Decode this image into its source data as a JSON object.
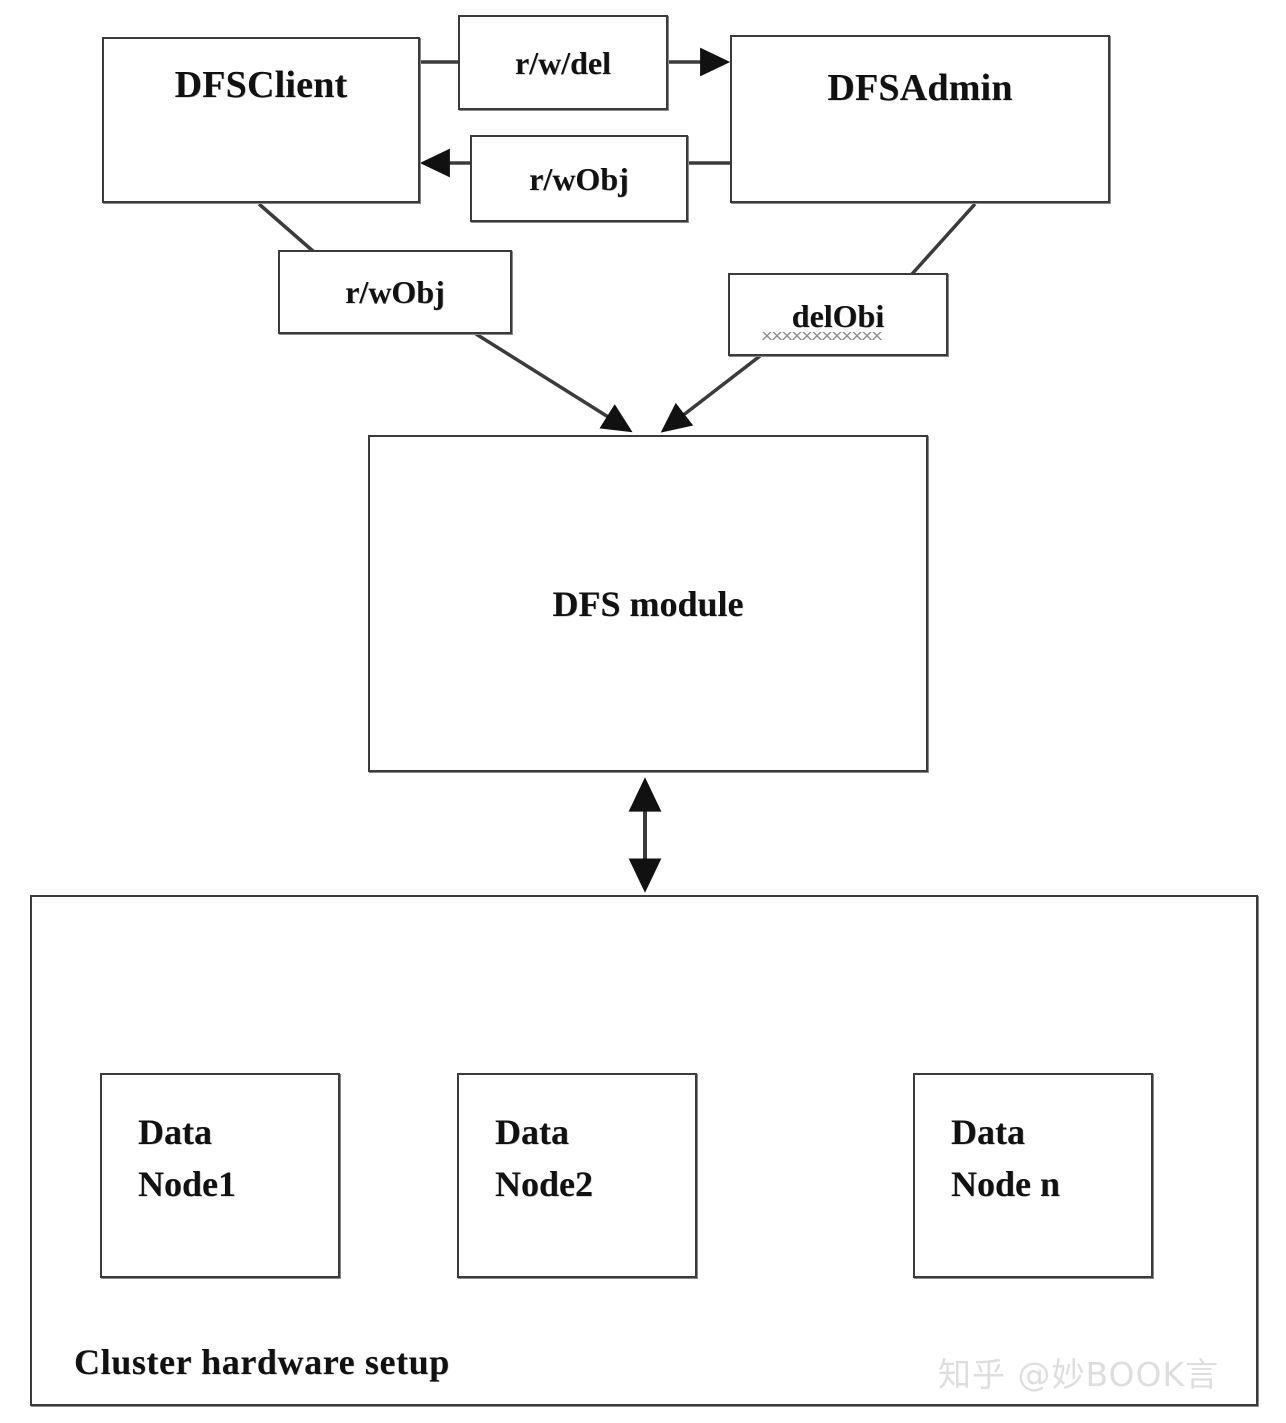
{
  "diagram": {
    "title": "DFS architecture block diagram",
    "stroke_color": "#3b3b3b",
    "text_color": "#111111",
    "background": "#ffffff"
  },
  "nodes": {
    "client": {
      "label": "DFSClient"
    },
    "admin": {
      "label": "DFSAdmin"
    },
    "module": {
      "label": "DFS module"
    },
    "cluster": {
      "label": "Cluster hardware setup"
    }
  },
  "edge_labels": {
    "rw_del": "r/w/del",
    "rwobj_return": "r/wObj",
    "rwobj_client": "r/wObj",
    "delobi": "delObi"
  },
  "data_nodes": [
    {
      "line1": "Data",
      "line2": "Node1"
    },
    {
      "line1": "Data",
      "line2": "Node2"
    },
    {
      "line1": "Data",
      "line2": "Node n"
    }
  ],
  "watermark": {
    "text": "知乎 @妙BOOK言"
  }
}
